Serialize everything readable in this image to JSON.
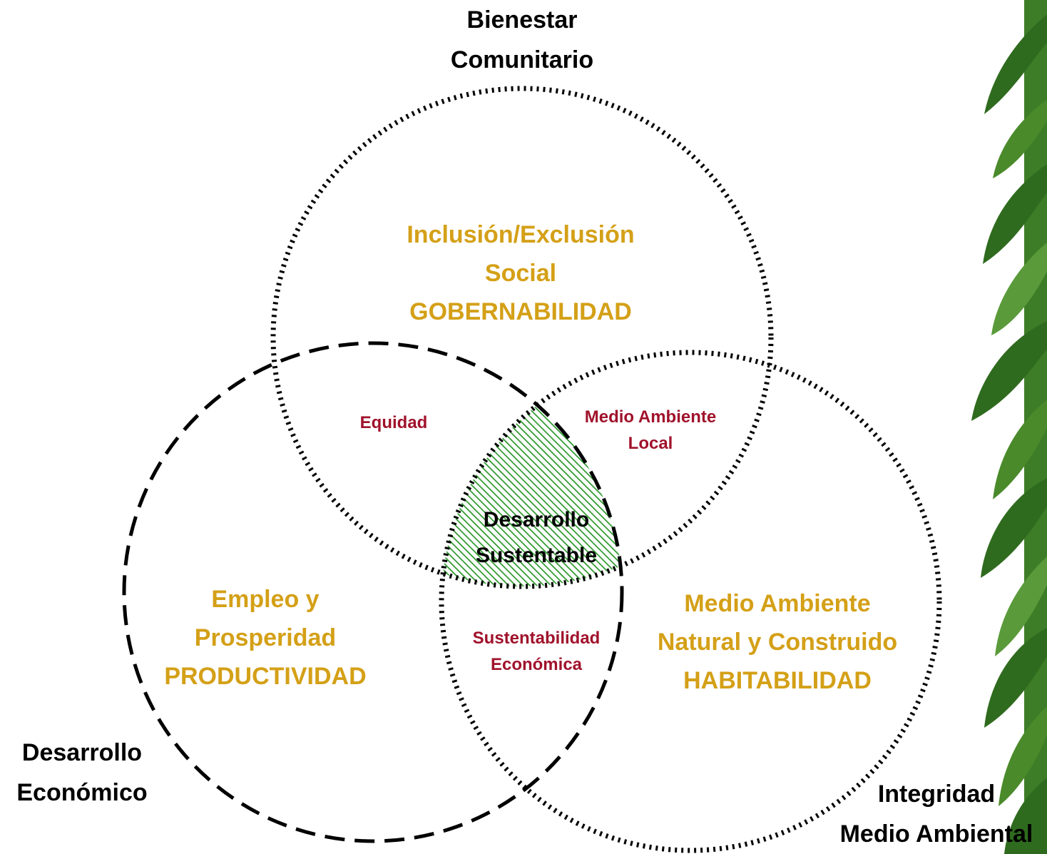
{
  "colors": {
    "main_label": "#D4A017",
    "intersection_label": "#A0122B",
    "outline": "#000000",
    "core_hatch": "#2E9A2E",
    "foliage": "#2F6B1E"
  },
  "circles": {
    "top": {
      "label_lines": [
        "Bienestar",
        "Comunitario"
      ],
      "line_style": "dotted"
    },
    "left": {
      "label_lines": [
        "Desarrollo",
        "Económico"
      ],
      "line_style": "dashed"
    },
    "right": {
      "label_lines": [
        "Integridad",
        "Medio Ambiental"
      ],
      "line_style": "dotted"
    }
  },
  "regions": {
    "top": [
      "Inclusión/Exclusión",
      "Social",
      "GOBERNABILIDAD"
    ],
    "left": [
      "Empleo y",
      "Prosperidad",
      "PRODUCTIVIDAD"
    ],
    "right": [
      "Medio Ambiente",
      "Natural y Construido",
      "HABITABILIDAD"
    ]
  },
  "intersections": {
    "top_left": [
      "Equidad"
    ],
    "top_right": [
      "Medio Ambiente",
      "Local"
    ],
    "left_right": [
      "Sustentabilidad",
      "Económica"
    ]
  },
  "center": [
    "Desarrollo",
    "Sustentable"
  ],
  "decoration": {
    "right_edge": "bamboo-leaves"
  }
}
